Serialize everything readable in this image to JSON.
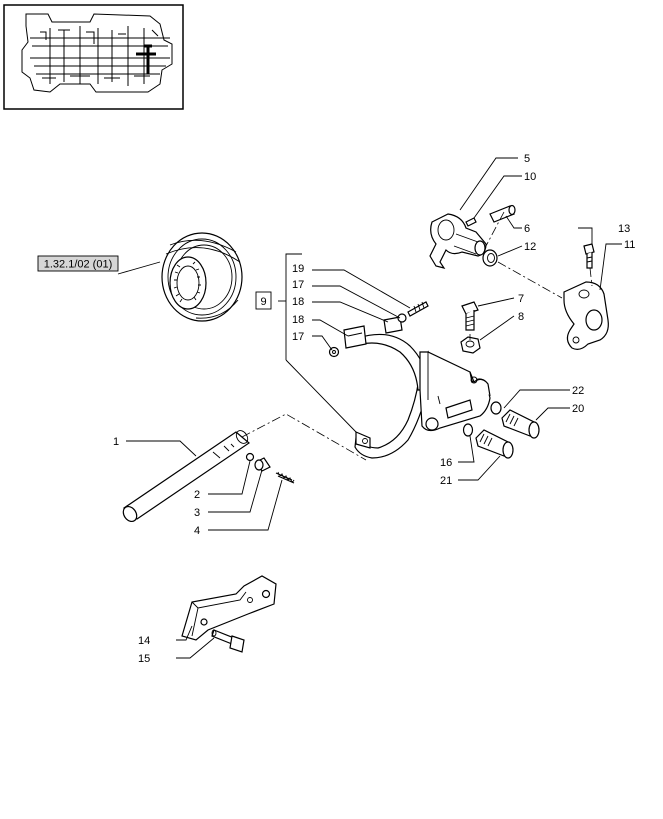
{
  "reference_label": "1.32.1/02 (01)",
  "group_label": "9",
  "callouts": {
    "c1": "1",
    "c2": "2",
    "c3": "3",
    "c4": "4",
    "c5": "5",
    "c6": "6",
    "c7": "7",
    "c8": "8",
    "c10": "10",
    "c11": "11",
    "c12": "12",
    "c13": "13",
    "c14": "14",
    "c15": "15",
    "c16": "16",
    "c17a": "17",
    "c17b": "17",
    "c18a": "18",
    "c18b": "18",
    "c19": "19",
    "c20": "20",
    "c21": "21",
    "c22": "22"
  },
  "colors": {
    "line": "#000000",
    "ref_box_fill": "#d6d6d6",
    "background": "#ffffff"
  }
}
